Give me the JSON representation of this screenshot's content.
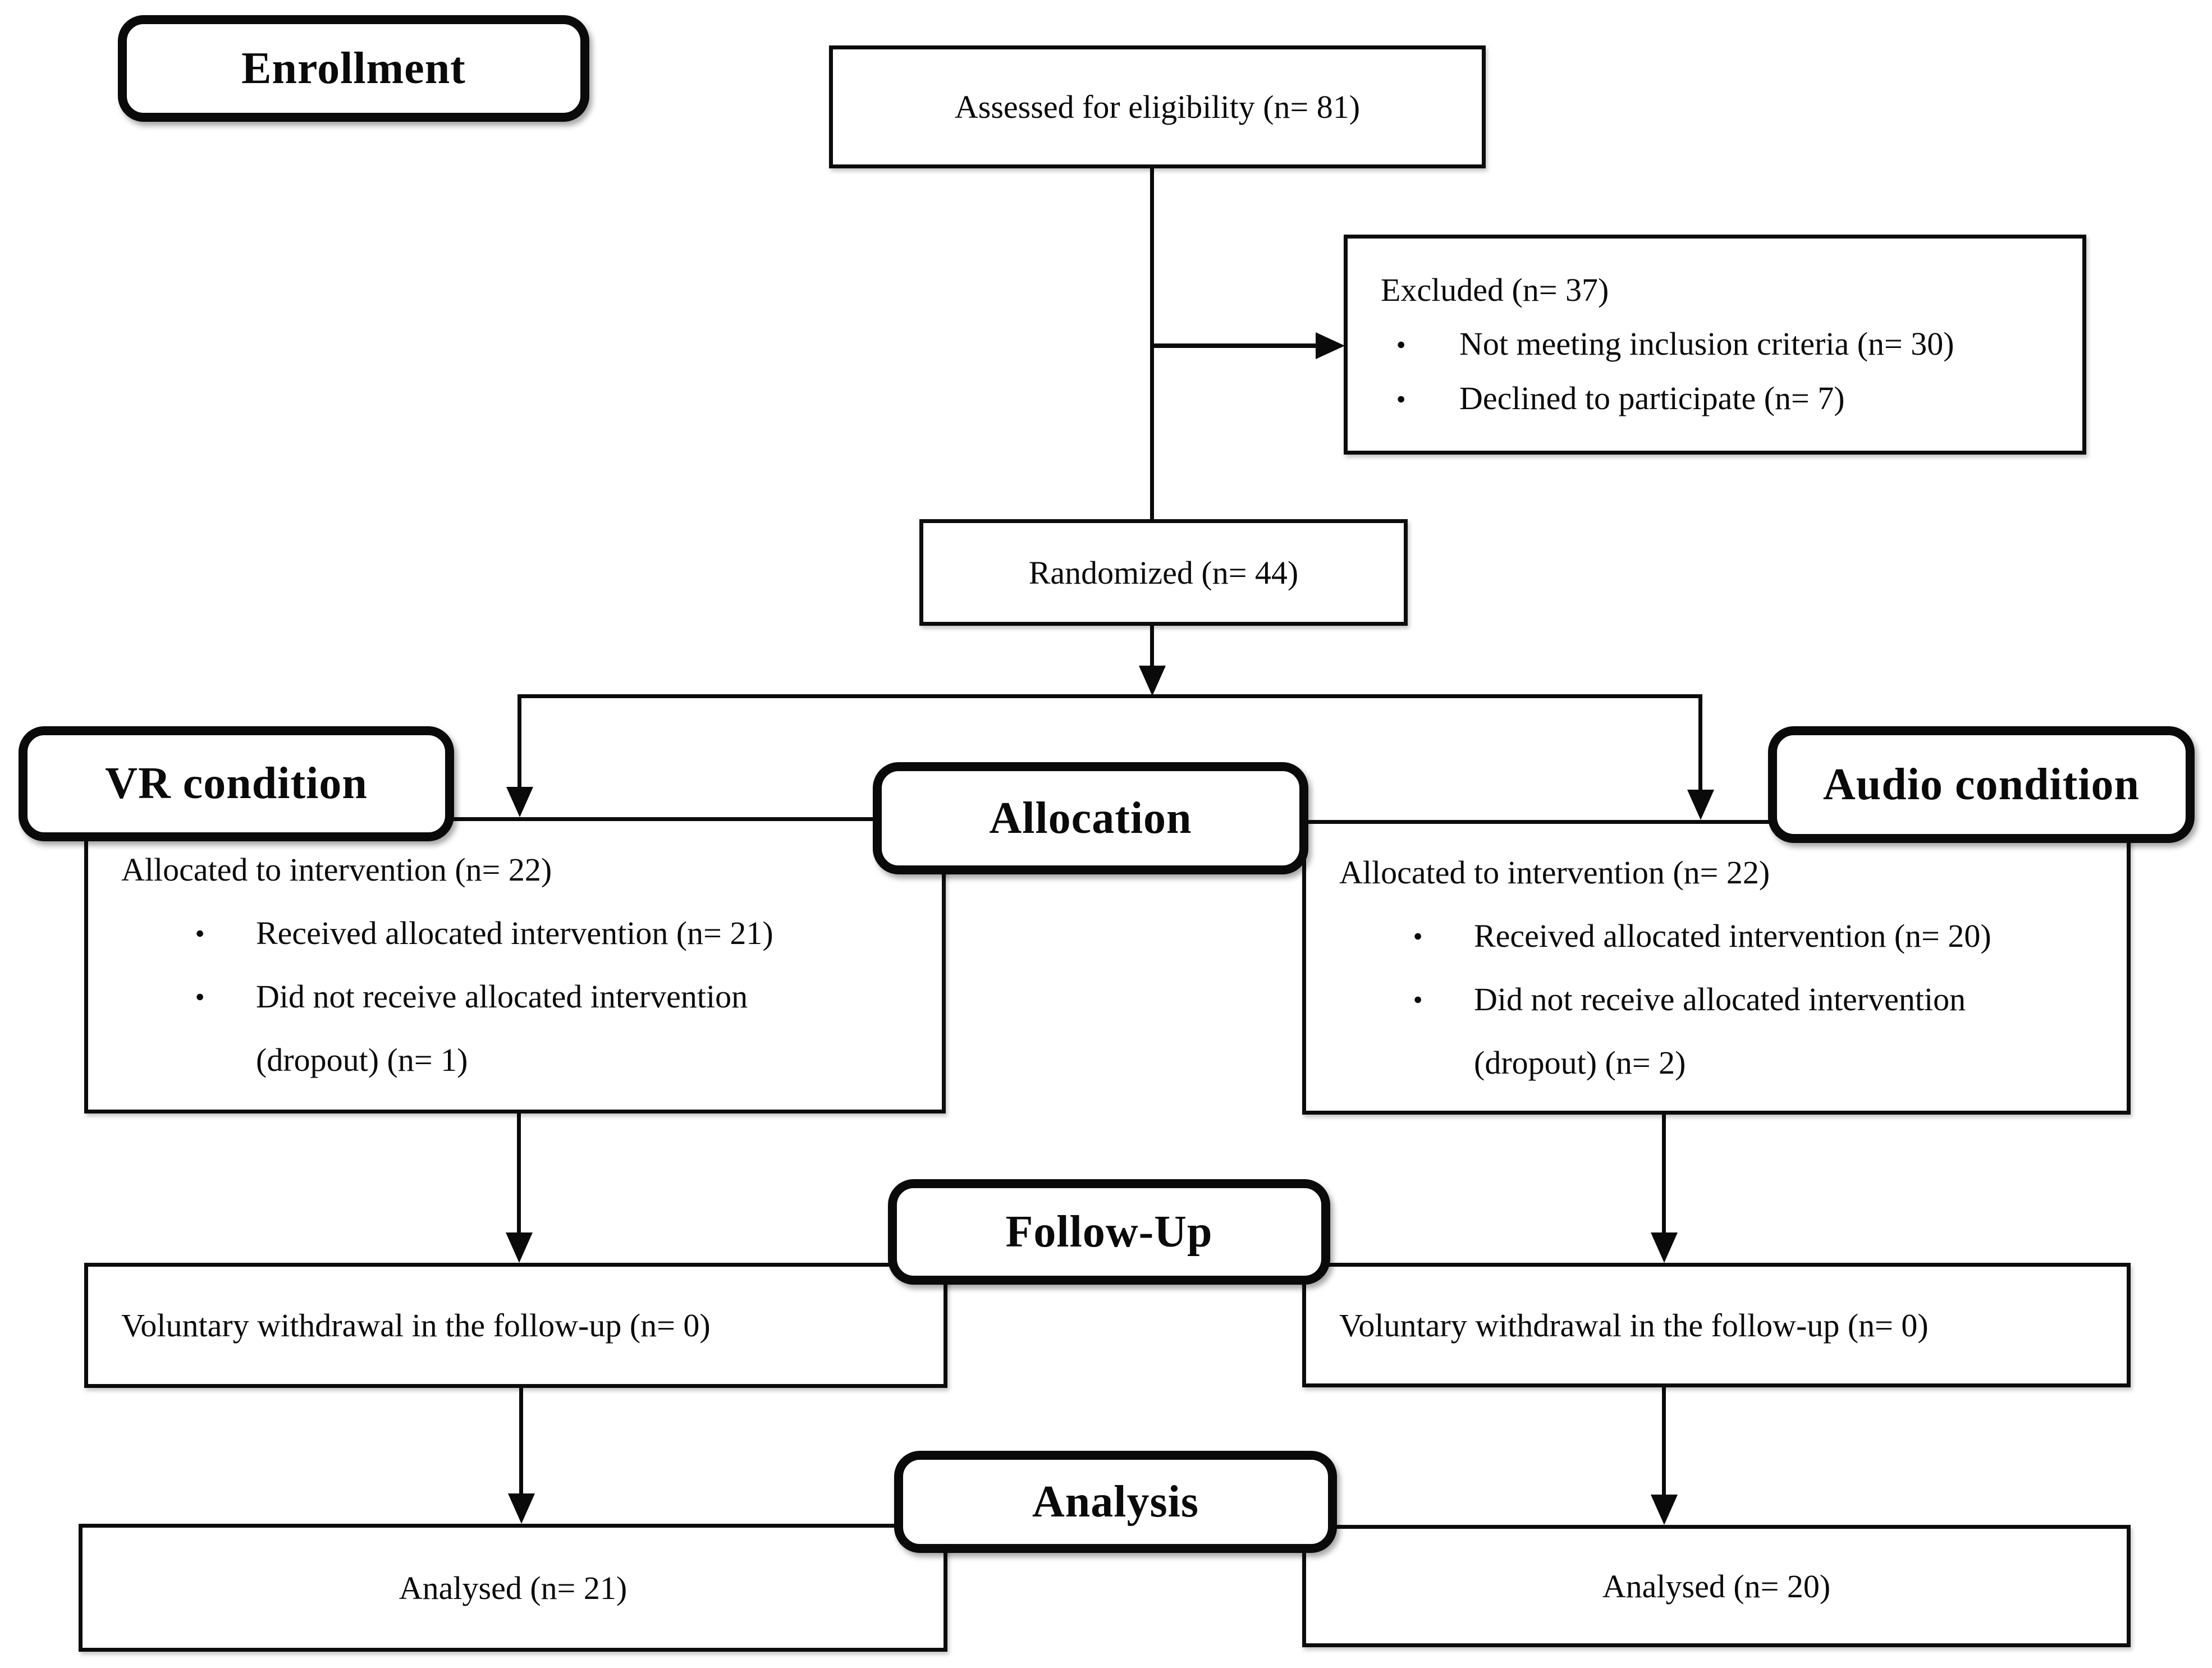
{
  "stages": {
    "enrollment": "Enrollment",
    "allocation": "Allocation",
    "follow_up": "Follow-Up",
    "analysis": "Analysis"
  },
  "arms": {
    "vr": "VR condition",
    "audio": "Audio condition"
  },
  "enrollment": {
    "assessed": "Assessed for eligibility (n= 81)",
    "excluded": {
      "title": "Excluded (n= 37)",
      "bullets": [
        "Not meeting inclusion criteria (n= 30)",
        "Declined to participate (n= 7)"
      ]
    },
    "randomized": "Randomized (n= 44)"
  },
  "allocation": {
    "vr": {
      "title": "Allocated to intervention (n= 22)",
      "bullets": [
        "Received allocated intervention (n= 21)",
        "Did not receive allocated intervention\n(dropout) (n= 1)"
      ]
    },
    "audio": {
      "title": "Allocated to intervention (n= 22)",
      "bullets": [
        "Received allocated intervention (n= 20)",
        "Did not receive allocated intervention\n(dropout) (n= 2)"
      ]
    }
  },
  "follow_up": {
    "vr": "Voluntary withdrawal in the follow-up (n= 0)",
    "audio": "Voluntary withdrawal in the follow-up (n= 0)"
  },
  "analysis": {
    "vr": "Analysed (n= 21)",
    "audio": "Analysed (n= 20)"
  },
  "colors": {
    "ink": "#0a0a0a",
    "background": "#ffffff"
  }
}
